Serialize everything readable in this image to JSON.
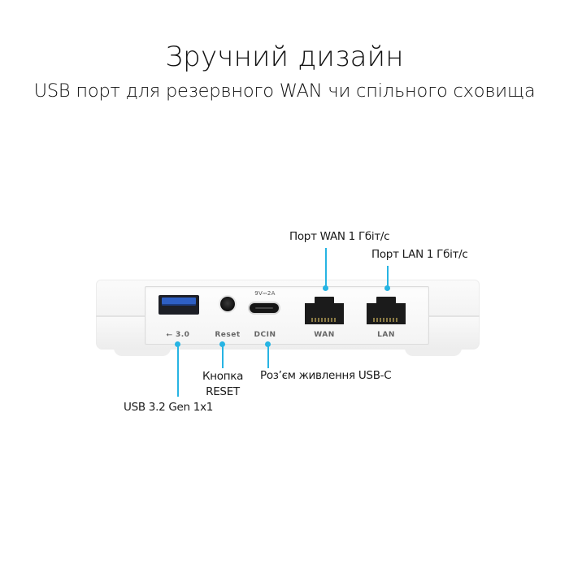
{
  "header": {
    "title": "Зручний дизайн",
    "subtitle": "USB порт для резервного WAN чи спільного сховища"
  },
  "device": {
    "power_rating": "9V⎓2A",
    "port_labels": {
      "usb": "⭠ 3.0",
      "reset": "Reset",
      "dcin": "DCIN",
      "wan": "WAN",
      "lan": "LAN"
    },
    "usb_icon": "usb-icon"
  },
  "callouts": {
    "wan": "Порт WAN 1 Гбіт/с",
    "lan": "Порт LAN 1 Гбіт/с",
    "usb": "USB 3.2 Gen 1x1",
    "reset_line1": "Кнопка",
    "reset_line2": "RESET",
    "dcin": "Роз’єм живлення USB-C"
  },
  "colors": {
    "accent": "#27b4e3",
    "usb_blue": "#2e5fc4",
    "device_white": "#f6f6f6"
  }
}
